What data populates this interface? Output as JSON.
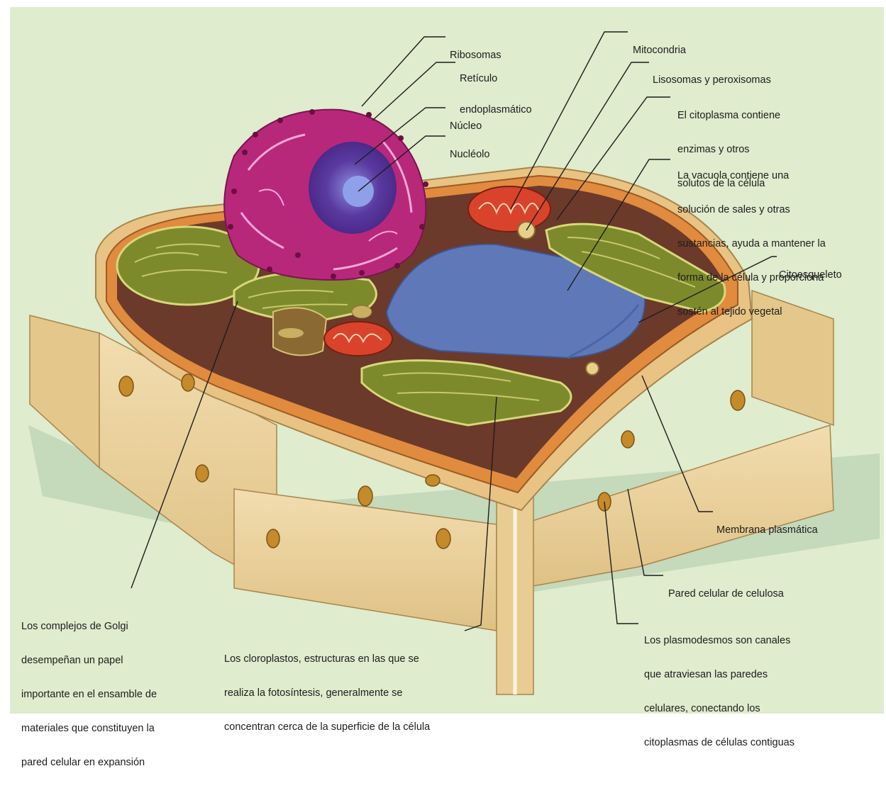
{
  "labels": {
    "ribosomas": [
      "Ribosomas"
    ],
    "reticulo": [
      "Retículo",
      "endoplasmático"
    ],
    "nucleo": [
      "Núcleo"
    ],
    "nucleolo": [
      "Nucléolo"
    ],
    "mitocondria": [
      "Mitocondria"
    ],
    "lisosomas": [
      "Lisosomas y peroxisomas"
    ],
    "citoplasma": [
      "El citoplasma contiene",
      "enzimas y otros",
      "solutos de la célula"
    ],
    "vacuola": [
      "La vacuola contiene una",
      "solución de sales y otras",
      "sustancias, ayuda a mantener la",
      "forma de la célula y proporciona",
      "sostén al tejido vegetal"
    ],
    "citoesqueleto": [
      "Citoesqueleto"
    ],
    "membrana": [
      "Membrana plasmática"
    ],
    "pared": [
      "Pared celular de celulosa"
    ],
    "plasmodesmos": [
      "Los plasmodesmos son canales",
      "que atraviesan las paredes",
      "celulares, conectando los",
      "citoplasmas de células contiguas"
    ],
    "golgi": [
      "Los complejos de Golgi",
      "desempeñan un papel",
      "importante en el ensamble de",
      "materiales que constituyen la",
      "pared celular en expansión"
    ],
    "cloroplastos": [
      "Los cloroplastos, estructuras en las que se",
      "realiza la fotosíntesis, generalmente se",
      "concentran cerca de la superficie de la célula"
    ]
  },
  "colors": {
    "background": "#dfeccd",
    "cell_wall": "#e9cf95",
    "cytoplasm": "#6b3a2a",
    "chloroplast": "#7c8a2c",
    "vacuole": "#5f79b8",
    "nucleus": "#b8287a",
    "mitochondria": "#d9432b"
  }
}
